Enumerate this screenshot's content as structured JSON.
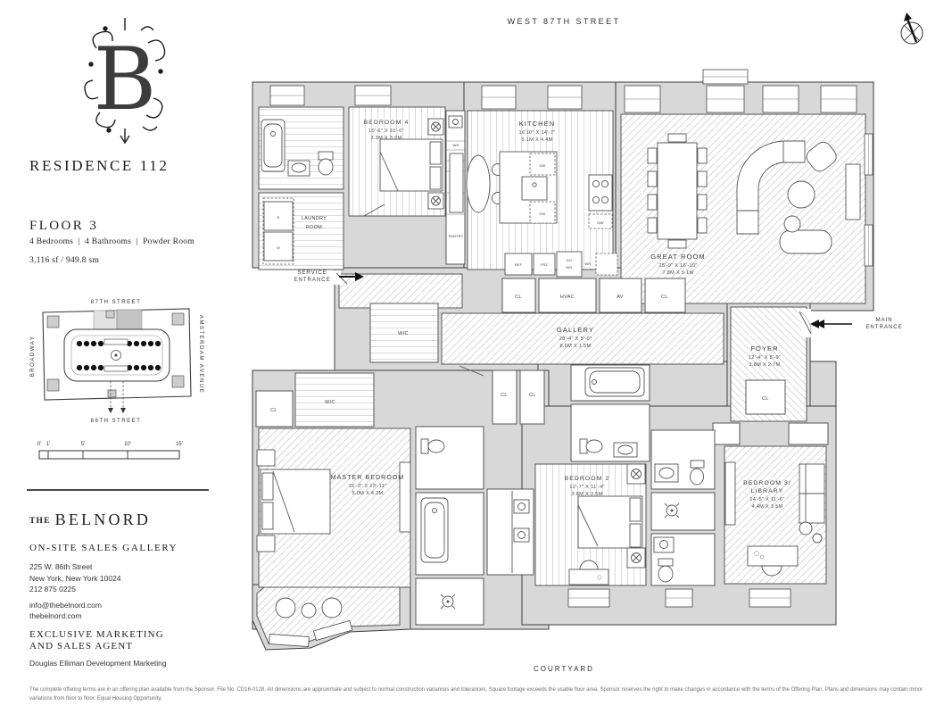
{
  "sidebar": {
    "logo": "B",
    "residence": "RESIDENCE 112",
    "floor": "FLOOR 3",
    "specs": "4 Bedrooms  |  4 Bathrooms  |  Powder Room",
    "area": "3,116 sf / 949.8 sm",
    "keyplan": {
      "top": "87TH STREET",
      "bottom": "86TH STREET",
      "left": "BROADWAY",
      "right": "AMSTERDAM AVENUE"
    },
    "scale": {
      "t0": "0'",
      "t1": "1'",
      "t5": "5'",
      "t10": "10'",
      "t15": "15'"
    },
    "brand_the": "THE",
    "brand_name": "BELNORD",
    "sales_heading": "ON-SITE SALES GALLERY",
    "address_line1": "225 W. 86th Street",
    "address_line2": "New York, New York 10024",
    "phone": "212 875 0225",
    "email": "info@thebelnord.com",
    "website": "thebelnord.com",
    "agent_line1": "EXCLUSIVE MARKETING",
    "agent_line2": "AND SALES AGENT",
    "agent_name": "Douglas Elliman Development Marketing"
  },
  "plan": {
    "street": "WEST 87TH STREET",
    "courtyard": "COURTYARD",
    "service_entrance_1": "SERVICE",
    "service_entrance_2": "ENTRANCE",
    "main_entrance_1": "MAIN",
    "main_entrance_2": "ENTRANCE",
    "rooms": {
      "bedroom4": {
        "name": "BEDROOM 4",
        "ft": "10'-6\" X 10'-0\"",
        "m": "3.2M X 3.0M"
      },
      "kitchen": {
        "name": "KITCHEN",
        "ft": "16'10\" X 14'-7\"",
        "m": "5.1M X 4.4M"
      },
      "great_room": {
        "name": "GREAT ROOM",
        "ft": "25'-9\" X 16'-10\"",
        "m": "7.8M X 5.1M"
      },
      "gallery": {
        "name": "GALLERY",
        "ft": "28'-4\" X 5'-0\"",
        "m": "8.6M X 1.5M"
      },
      "foyer": {
        "name": "FOYER",
        "ft": "12'-4\" X 8'-9\"",
        "m": "3.8M X 2.7M"
      },
      "master": {
        "name": "MASTER BEDROOM",
        "ft": "16'-3\" X 13'-11\"",
        "m": "5.0M X 4.2M"
      },
      "bedroom2": {
        "name": "BEDROOM 2",
        "ft": "12'-7\" X 11'-4\"",
        "m": "3.8M X 3.5M"
      },
      "bedroom3": {
        "name1": "BEDROOM 3/",
        "name2": "LIBRARY",
        "ft": "14'-5\" X 11'-6\"",
        "m": "4.4M X 3.5M"
      },
      "laundry1": "LAUNDRY",
      "laundry2": "ROOM"
    },
    "labels": {
      "wic": "WIC",
      "cl": "CL",
      "hvac": "HVAC",
      "av": "AV",
      "pantry": "PANTRY",
      "wb": "WB",
      "ref": "REF",
      "frz": "FRZ",
      "do": "DO",
      "wd": "WD",
      "wr": "WR",
      "dw": "DW",
      "mw": "MW",
      "w": "W",
      "d": "D"
    }
  },
  "footer": {
    "disclaimer": "The complete offering terms are in an offering plan available from the Sponsor. File No. CD16-0128. All dimensions are approximate and subject to normal construction variances and tolerances. Square footage exceeds the usable floor area. Sponsor reserves the right to make changes in accordance with the terms of the Offering Plan. Plans and dimensions may contain minor variations from floor to floor. Equal Housing Opportunity."
  }
}
